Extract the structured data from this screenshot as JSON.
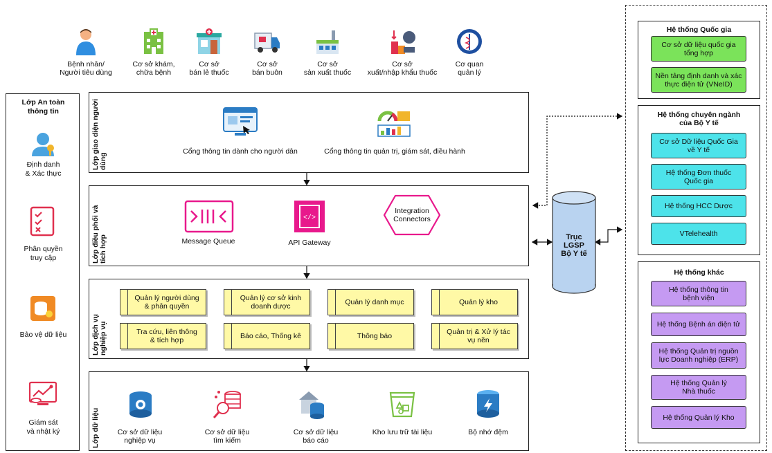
{
  "colors": {
    "green": "#7be35a",
    "cyan": "#4de3ea",
    "purple": "#c59af2",
    "yellow": "#fff9a6",
    "pink": "#e8198c",
    "cylinder": "#b9d3f0"
  },
  "actors": [
    {
      "label": "Bệnh nhân/\nNgười tiêu dùng",
      "icon": "patient-icon"
    },
    {
      "label": "Cơ sở khám,\nchữa bệnh",
      "icon": "hospital-icon"
    },
    {
      "label": "Cơ sở\nbán lẻ thuốc",
      "icon": "pharmacy-icon"
    },
    {
      "label": "Cơ sở\nbán buôn",
      "icon": "truck-icon"
    },
    {
      "label": "Cơ sở\nsản xuất thuốc",
      "icon": "factory-icon"
    },
    {
      "label": "Cơ sở\nxuất/nhập khẩu thuốc",
      "icon": "import-export-icon"
    },
    {
      "label": "Cơ quan\nquản lý",
      "icon": "ministry-emblem-icon"
    }
  ],
  "security": {
    "title": "Lớp An toàn\nthông tin",
    "items": [
      {
        "label": "Định danh\n& Xác thực",
        "icon": "identity-icon"
      },
      {
        "label": "Phân quyền\ntruy cập",
        "icon": "checklist-icon"
      },
      {
        "label": "Bảo vệ dữ liệu",
        "icon": "data-protection-icon"
      },
      {
        "label": "Giám sát\nvà nhật ký",
        "icon": "monitoring-icon"
      }
    ]
  },
  "layers": {
    "ui": {
      "title": "Lớp giao diện người\ndùng",
      "portal_citizen": "Cổng thông tin dành cho người dân",
      "portal_admin": "Cổng thông tin quản trị, giám sát, điều hành"
    },
    "integration": {
      "title": "Lớp điều phối và\ntích hợp",
      "mq": "Message Queue",
      "api": "API Gateway",
      "connectors": "Integration\nConnectors"
    },
    "service": {
      "title": "Lớp dịch vụ\nnghiệp vụ",
      "items": [
        "Quản lý người dùng\n& phân quyền",
        "Quản lý cơ sở kinh\ndoanh dược",
        "Quản lý danh mục",
        "Quản lý kho",
        "Tra cứu, liên thông\n& tích hợp",
        "Báo cáo, Thống kê",
        "Thông báo",
        "Quản trị & Xử lý tác\nvụ nền"
      ]
    },
    "data": {
      "title": "Lớp dữ liệu",
      "items": [
        "Cơ sở dữ liệu\nnghiệp vụ",
        "Cơ sở dữ liệu\ntìm kiếm",
        "Cơ sở dữ liệu\nbáo cáo",
        "Kho lưu trữ tài liệu",
        "Bộ nhớ đệm"
      ]
    }
  },
  "lgsp": {
    "label": "Trục\nLGSP\nBộ Y tế"
  },
  "right": {
    "national": {
      "title": "Hệ thống Quốc gia",
      "items": [
        "Cơ sở dữ liệu quốc gia\ntổng hợp",
        "Nền tảng định danh và xác\nthực điện tử (VNeID)"
      ]
    },
    "sector": {
      "title": "Hệ thống chuyên ngành\ncủa Bộ Y tế",
      "items": [
        "Cơ sở Dữ liệu Quốc Gia\nvề Y tế",
        "Hệ thống Đơn thuốc\nQuốc gia",
        "Hệ thống HCC Dược",
        "VTelehealth"
      ]
    },
    "other": {
      "title": "Hệ thống khác",
      "items": [
        "Hệ thống thông tin\nbệnh viện",
        "Hệ thống Bệnh án điện tử",
        "Hệ thống Quản trị nguồn\nlực Doanh nghiệp (ERP)",
        "Hệ thống Quản lý\nNhà thuốc",
        "Hệ thống Quản lý Kho"
      ]
    }
  }
}
